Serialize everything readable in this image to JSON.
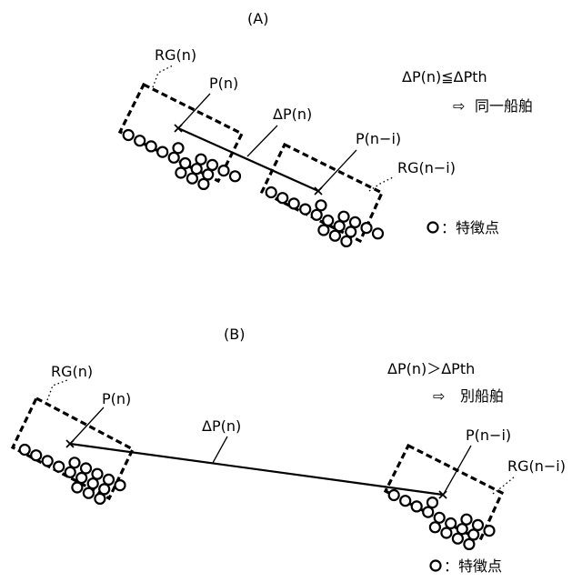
{
  "panel_a": {
    "title": "(A)",
    "region_n": "RG(n)",
    "point_n": "P(n)",
    "delta": "ΔP(n)",
    "point_ni": "P(n−i)",
    "region_ni": "RG(n−i)",
    "condition": "ΔP(n)≦ΔPth",
    "result_arrow": "⇨",
    "result": "同一船舶",
    "legend_text": "：特徴点"
  },
  "panel_b": {
    "title": "(B)",
    "region_n": "RG(n)",
    "point_n": "P(n)",
    "delta": "ΔP(n)",
    "point_ni": "P(n−i)",
    "region_ni": "RG(n−i)",
    "condition": "ΔP(n)＞ΔPth",
    "result_arrow": "⇨",
    "result": "別船舶",
    "legend_text": "：特徴点"
  }
}
